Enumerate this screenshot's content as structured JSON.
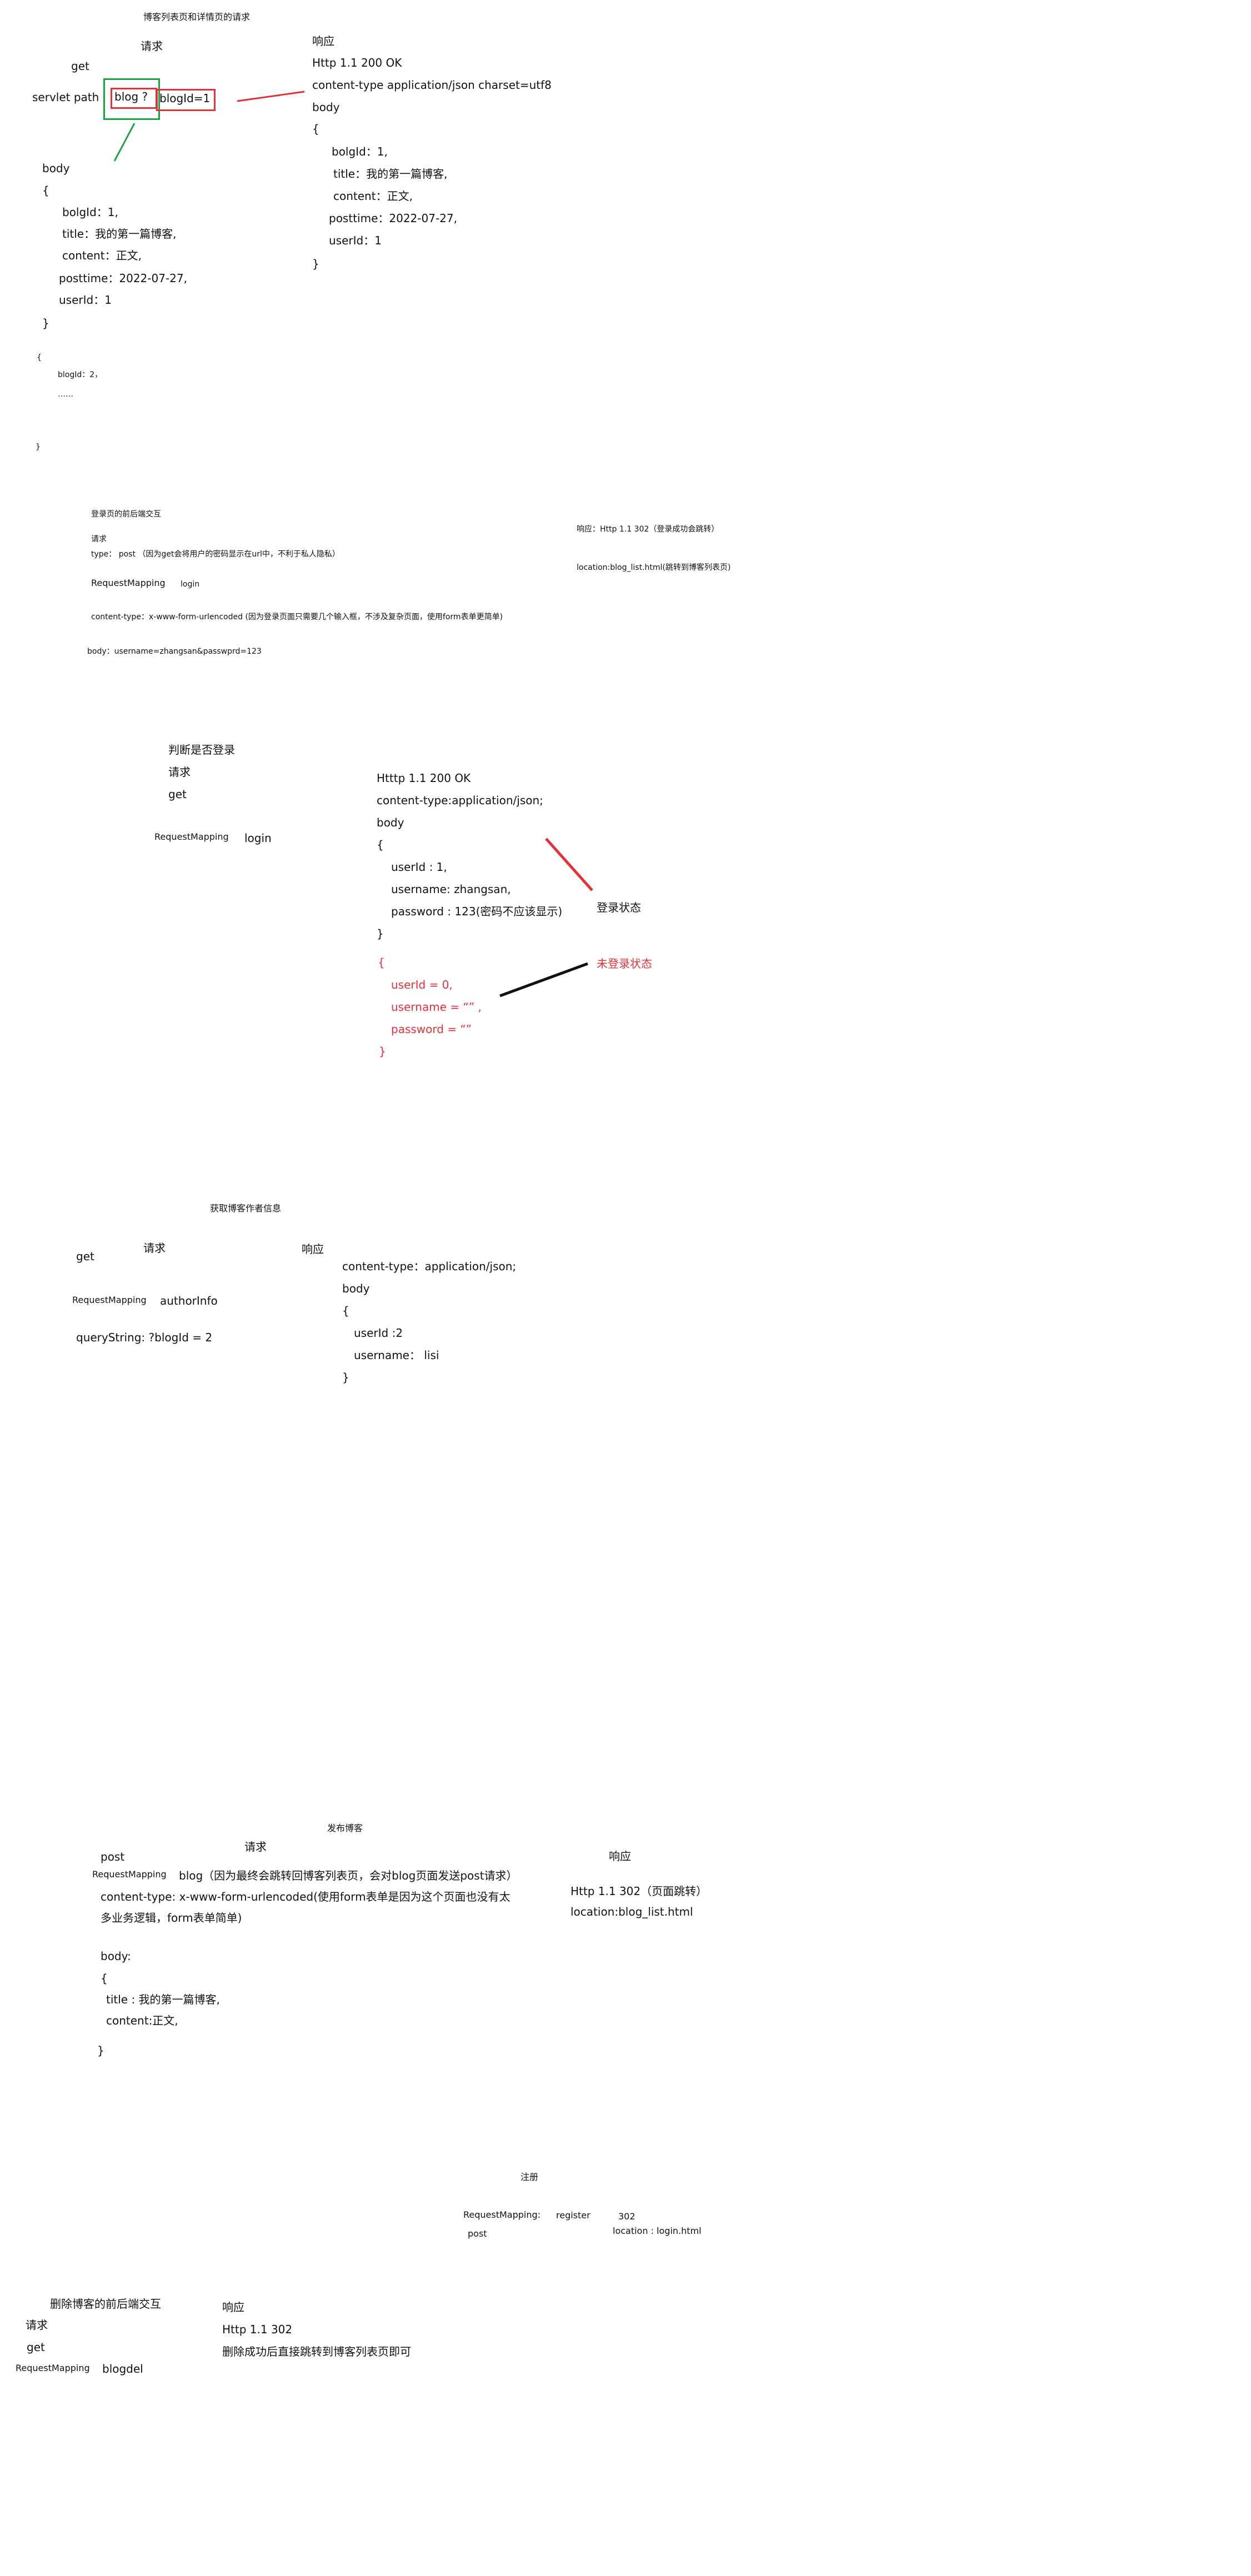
{
  "blog_section": {
    "title": "博客列表页和详情页的请求",
    "request_label": "请求",
    "method": "get",
    "servlet_path_label": "servlet path",
    "path_box": "blog ?",
    "param_box": "blogId=1",
    "body_label": "body",
    "body_lines": [
      "{",
      "bolgId：1,",
      "title：我的第一篇博客,",
      "content：正文,",
      "posttime：2022-07-27,",
      "userId：1",
      "}"
    ],
    "extra_lines": [
      "{",
      "blogId：2，",
      "……",
      "}"
    ],
    "response_label": "响应",
    "response_lines": [
      "Http 1.1 200 OK",
      "content-type application/json charset=utf8",
      "body",
      "{",
      "bolgId：1,",
      "title：我的第一篇博客,",
      "content：正文,",
      "posttime：2022-07-27,",
      "userId：1",
      "}"
    ]
  },
  "login_section": {
    "title": "登录页的前后端交互",
    "request_label": "请求",
    "type_line": "type： post （因为get会将用户的密码显示在url中，不利于私人隐私）",
    "mapping_label": "RequestMapping",
    "mapping_value": "login",
    "content_type_line": "content-type：x-www-form-urlencoded (因为登录页面只需要几个输入框，不涉及复杂页面，使用form表单更简单)",
    "body_line": "body：username=zhangsan&passwprd=123",
    "response_line": "响应：Http 1.1 302（登录成功会跳转）",
    "location_line": "location:blog_list.html(跳转到博客列表页)"
  },
  "check_login_section": {
    "title": "判断是否登录",
    "request_label": "请求",
    "method": "get",
    "mapping_label": "RequestMapping",
    "mapping_value": "login",
    "response_lines": [
      "Htttp 1.1 200 OK",
      "content-type:application/json;",
      "body",
      "{",
      "userId : 1,",
      "username: zhangsan,",
      "password : 123(密码不应该显示)",
      "}"
    ],
    "logged_in_label": "登录状态",
    "not_logged_lines": [
      "{",
      "userId = 0,",
      "username = “” ,",
      "password = “”",
      "}"
    ],
    "not_logged_label": "未登录状态"
  },
  "author_section": {
    "title": "获取博客作者信息",
    "method": "get",
    "request_label": "请求",
    "response_label": "响应",
    "mapping_label": "RequestMapping",
    "mapping_value": "authorInfo",
    "query_string": "queryString: ?blogId = 2",
    "response_lines": [
      "content-type：application/json;",
      "body",
      "{",
      "userId :2",
      "username： lisi",
      "}"
    ]
  },
  "publish_section": {
    "title": "发布博客",
    "request_label": "请求",
    "method": "post",
    "mapping_label": "RequestMapping",
    "mapping_value": "blog（因为最终会跳转回博客列表页，会对blog页面发送post请求）",
    "content_type_line1": "content-type: x-www-form-urlencoded(使用form表单是因为这个页面也没有太",
    "content_type_line2": "多业务逻辑，form表单简单)",
    "body_lines": [
      "body:",
      "{",
      "title : 我的第一篇博客,",
      "content:正文,",
      "}"
    ],
    "response_label": "响应",
    "response_lines": [
      "Http 1.1 302（页面跳转）",
      "location:blog_list.html"
    ]
  },
  "register_section": {
    "title": "注册",
    "mapping_label": "RequestMapping:",
    "mapping_value": "register",
    "method": "post",
    "status": "302",
    "location": "location : login.html"
  },
  "delete_section": {
    "title": "删除博客的前后端交互",
    "request_label": "请求",
    "method": "get",
    "mapping_label": "RequestMapping",
    "mapping_value": "blogdel",
    "response_label": "响应",
    "response_lines": [
      "Http 1.1 302",
      "删除成功后直接跳转到博客列表页即可"
    ]
  },
  "colors": {
    "red": "#e5303a",
    "green": "#1fa245",
    "black": "#111111"
  }
}
